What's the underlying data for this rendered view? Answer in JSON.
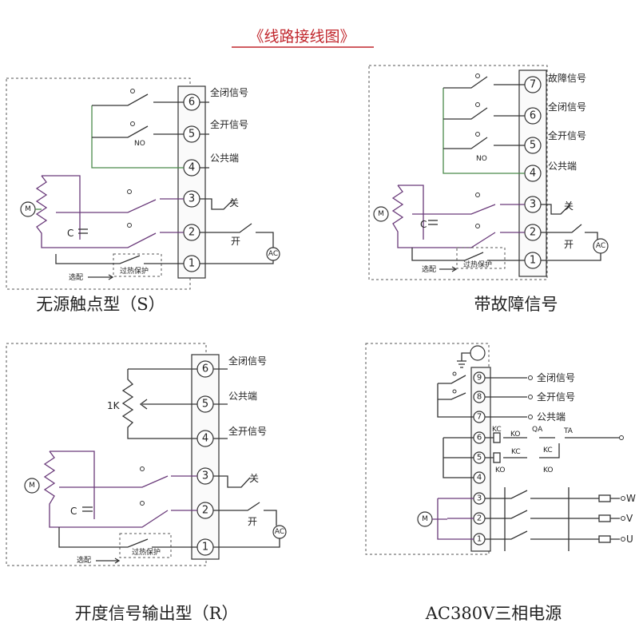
{
  "title": "《线路接线图》",
  "panels": {
    "s": {
      "caption": "无源触点型（S）",
      "labels": {
        "t6": "全闭信号",
        "t5": "全开信号",
        "t4": "公共端",
        "t3": "关",
        "t2": "开",
        "no": "NO",
        "c": "C",
        "m": "M",
        "ac": "AC",
        "overheat": "过热保护",
        "optional": "选配"
      },
      "terminals": [
        "6",
        "5",
        "4",
        "3",
        "2",
        "1"
      ]
    },
    "fault": {
      "caption": "带故障信号",
      "labels": {
        "t7": "故障信号",
        "t6": "全闭信号",
        "t5": "全开信号",
        "t4": "公共端",
        "t3": "关",
        "t2": "开",
        "no": "NO",
        "c": "C",
        "m": "M",
        "ac": "AC",
        "overheat": "过热保护",
        "optional": "选配"
      },
      "terminals": [
        "7",
        "6",
        "5",
        "4",
        "3",
        "2",
        "1"
      ]
    },
    "r": {
      "caption": "开度信号输出型（R）",
      "labels": {
        "t6": "全闭信号",
        "t5": "公共端",
        "t4": "全开信号",
        "t3": "关",
        "t2": "开",
        "pot": "1K",
        "c": "C",
        "m": "M",
        "ac": "AC",
        "overheat": "过热保护",
        "optional": "选配"
      },
      "terminals": [
        "6",
        "5",
        "4",
        "3",
        "2",
        "1"
      ]
    },
    "ac380": {
      "caption": "AC380V三相电源",
      "labels": {
        "t9": "全闭信号",
        "t8": "全开信号",
        "t7": "公共端",
        "kc": "KC",
        "ko": "KO",
        "qa": "QA",
        "ta": "TA",
        "w": "W",
        "v": "V",
        "u": "U",
        "m": "M"
      },
      "terminals": [
        "9",
        "8",
        "7",
        "6",
        "5",
        "4",
        "3",
        "2",
        "1"
      ]
    }
  },
  "colors": {
    "title": "#c1272d",
    "wire": "#333333",
    "wire_green": "#4a8a4a",
    "wire_purple": "#6a3a7a"
  }
}
